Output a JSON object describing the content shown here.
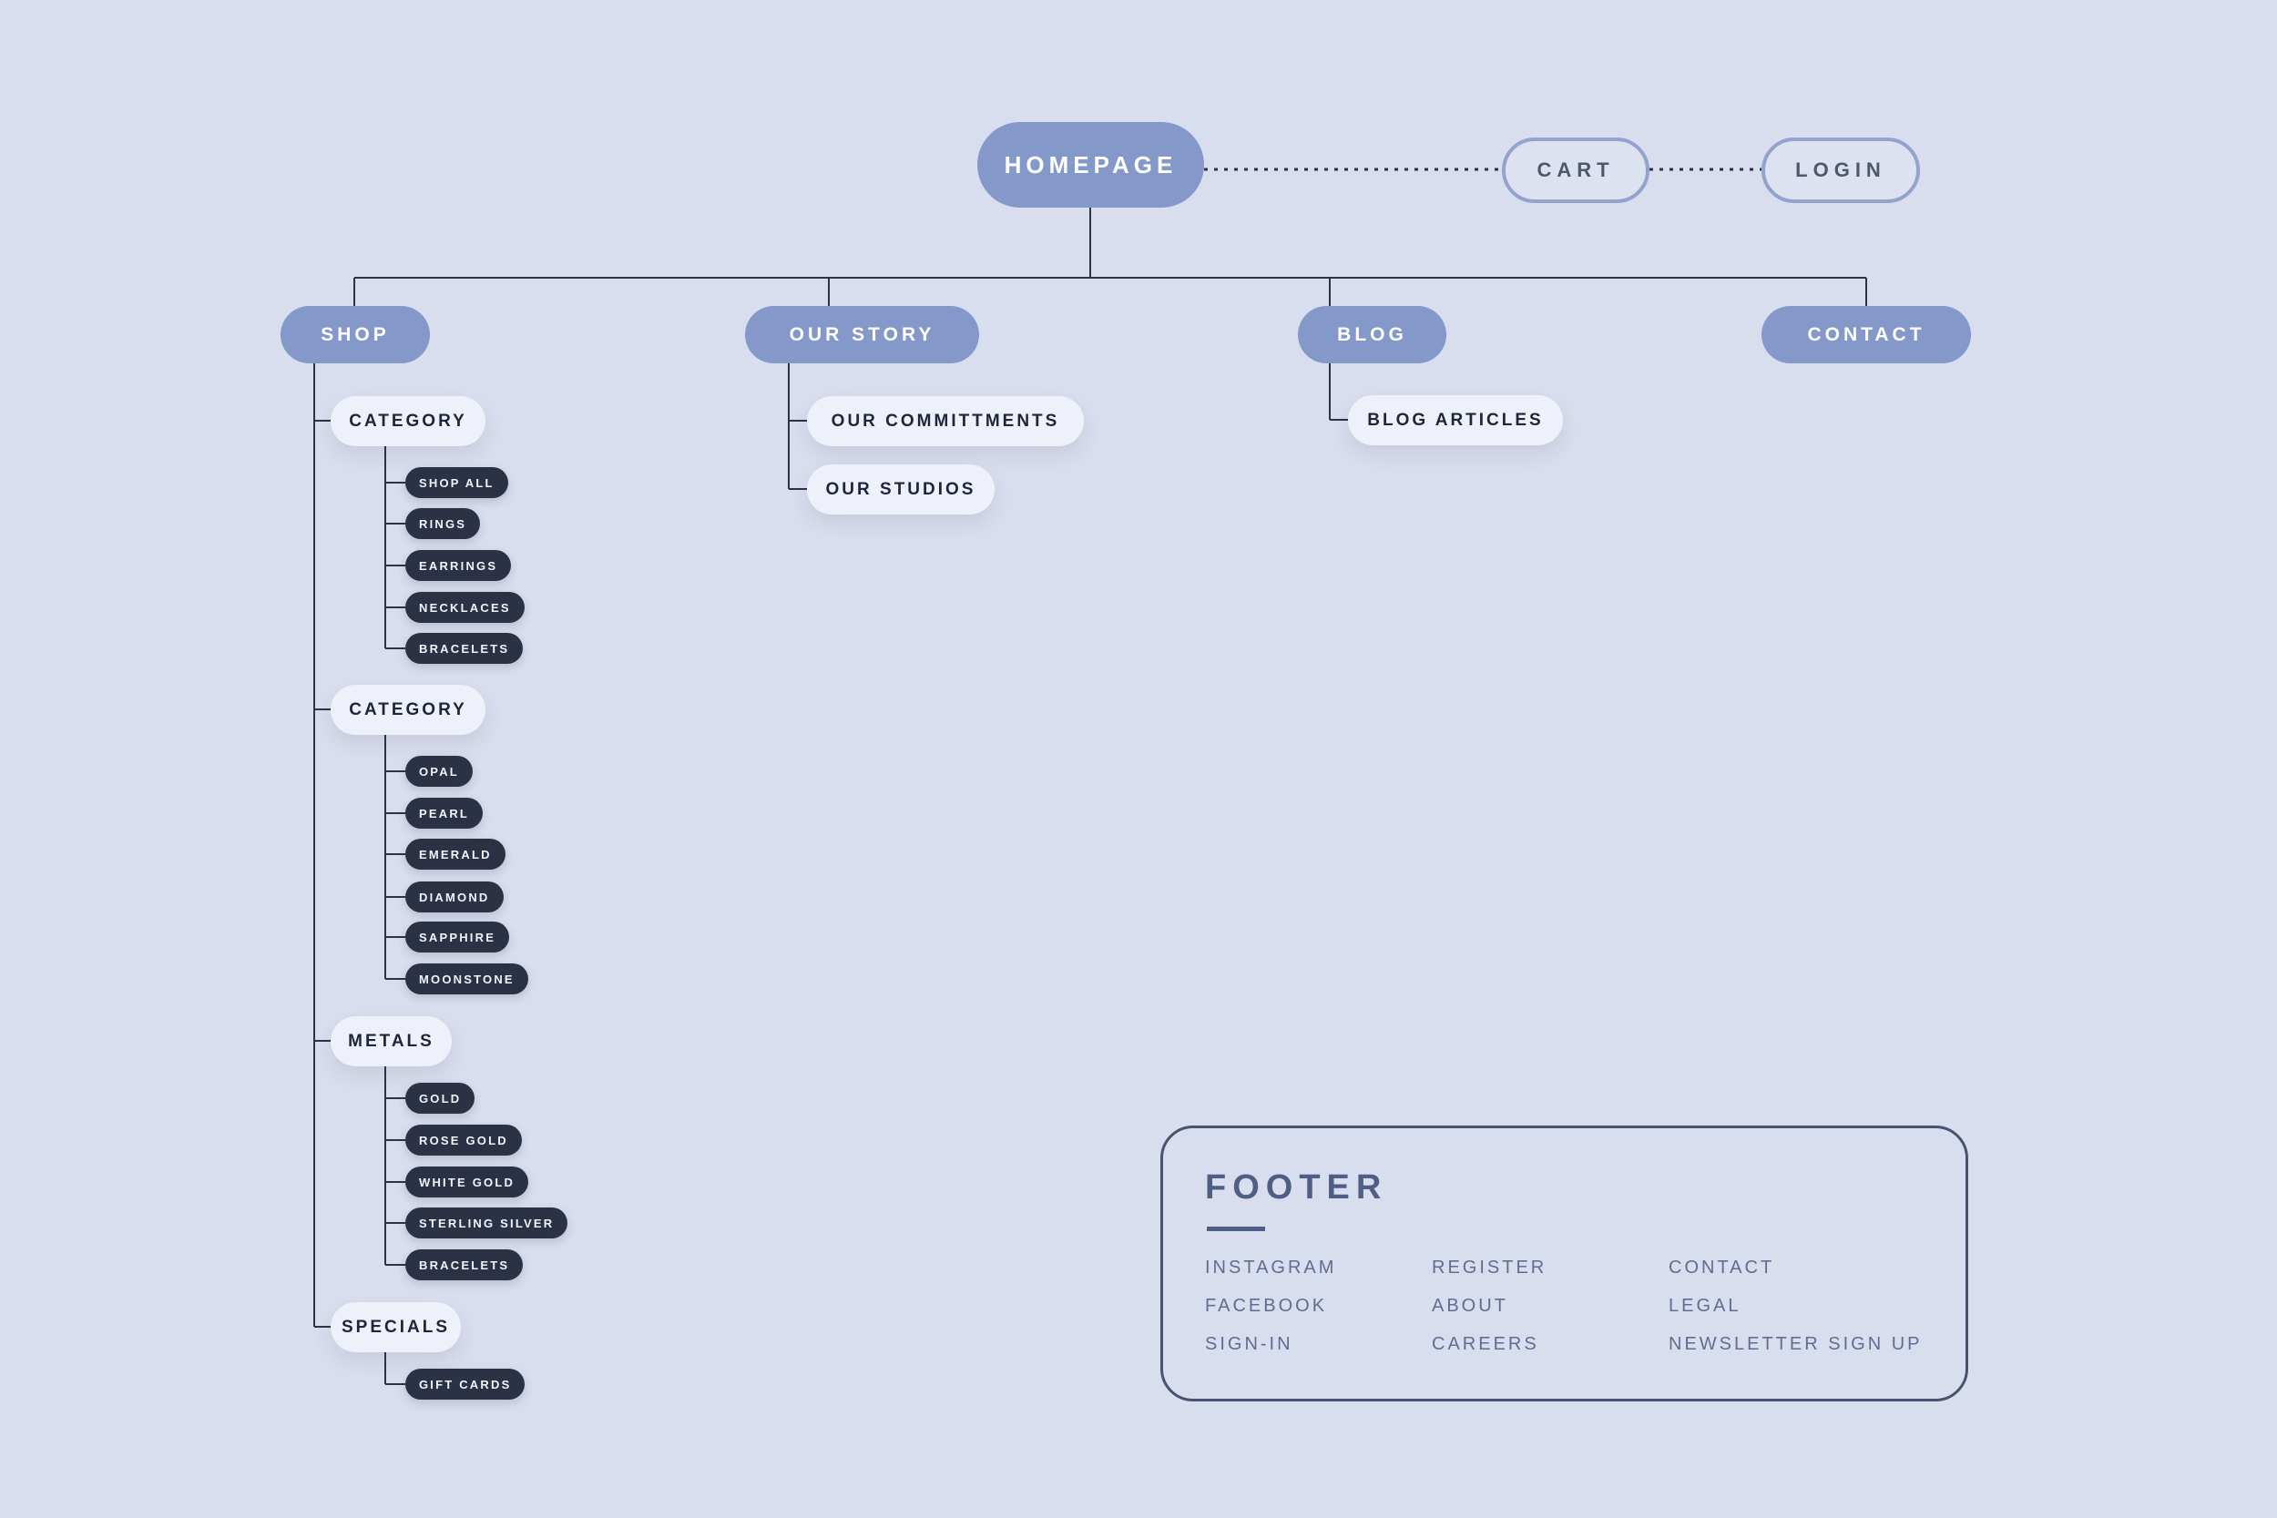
{
  "sitemap": {
    "homepage": "HOMEPAGE",
    "cart": "CART",
    "login": "LOGIN",
    "shop": {
      "label": "SHOP",
      "groups": [
        {
          "label": "CATEGORY",
          "items": [
            "SHOP ALL",
            "RINGS",
            "EARRINGS",
            "NECKLACES",
            "BRACELETS"
          ]
        },
        {
          "label": "CATEGORY",
          "items": [
            "OPAL",
            "PEARL",
            "EMERALD",
            "DIAMOND",
            "SAPPHIRE",
            "MOONSTONE"
          ]
        },
        {
          "label": "METALS",
          "items": [
            "GOLD",
            "ROSE GOLD",
            "WHITE GOLD",
            "STERLING SILVER",
            "BRACELETS"
          ]
        },
        {
          "label": "SPECIALS",
          "items": [
            "GIFT CARDS"
          ]
        }
      ]
    },
    "our_story": {
      "label": "OUR STORY",
      "items": [
        "OUR COMMITTMENTS",
        "OUR STUDIOS"
      ]
    },
    "blog": {
      "label": "BLOG",
      "items": [
        "BLOG ARTICLES"
      ]
    },
    "contact": {
      "label": "CONTACT"
    }
  },
  "footer": {
    "title": "FOOTER",
    "columns": [
      [
        "INSTAGRAM",
        "FACEBOOK",
        "SIGN-IN"
      ],
      [
        "REGISTER",
        "ABOUT",
        "CAREERS"
      ],
      [
        "CONTACT",
        "LEGAL",
        "NEWSLETTER SIGN UP"
      ]
    ]
  },
  "colors": {
    "background": "#d9deee",
    "node_primary": "#8498ca",
    "node_secondary": "#eef1f9",
    "node_leaf": "#2c3245",
    "connector": "#2d3346",
    "outline_node_border": "#92a3cd",
    "footer_border": "#48536f",
    "footer_title": "#4f5e85",
    "footer_link": "#5f6d91"
  }
}
